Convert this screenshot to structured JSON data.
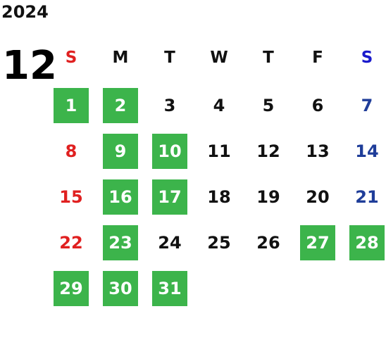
{
  "calendar": {
    "year": "2024",
    "month": "12",
    "weekdays": [
      {
        "label": "S",
        "color": "#e02020"
      },
      {
        "label": "M",
        "color": "#111111"
      },
      {
        "label": "T",
        "color": "#111111"
      },
      {
        "label": "W",
        "color": "#111111"
      },
      {
        "label": "T",
        "color": "#111111"
      },
      {
        "label": "F",
        "color": "#111111"
      },
      {
        "label": "S",
        "color": "#1a1acc"
      }
    ],
    "colors": {
      "sunday": "#e02020",
      "saturday": "#1f3d99",
      "weekday": "#111111",
      "holiday_bg": "#3cb44b",
      "holiday_text": "#ffffff"
    },
    "days": [
      {
        "day": "1",
        "weekday": 0,
        "holiday": true
      },
      {
        "day": "2",
        "weekday": 1,
        "holiday": true
      },
      {
        "day": "3",
        "weekday": 2,
        "holiday": false
      },
      {
        "day": "4",
        "weekday": 3,
        "holiday": false
      },
      {
        "day": "5",
        "weekday": 4,
        "holiday": false
      },
      {
        "day": "6",
        "weekday": 5,
        "holiday": false
      },
      {
        "day": "7",
        "weekday": 6,
        "holiday": false
      },
      {
        "day": "8",
        "weekday": 0,
        "holiday": false
      },
      {
        "day": "9",
        "weekday": 1,
        "holiday": true
      },
      {
        "day": "10",
        "weekday": 2,
        "holiday": true
      },
      {
        "day": "11",
        "weekday": 3,
        "holiday": false
      },
      {
        "day": "12",
        "weekday": 4,
        "holiday": false
      },
      {
        "day": "13",
        "weekday": 5,
        "holiday": false
      },
      {
        "day": "14",
        "weekday": 6,
        "holiday": false
      },
      {
        "day": "15",
        "weekday": 0,
        "holiday": false
      },
      {
        "day": "16",
        "weekday": 1,
        "holiday": true
      },
      {
        "day": "17",
        "weekday": 2,
        "holiday": true
      },
      {
        "day": "18",
        "weekday": 3,
        "holiday": false
      },
      {
        "day": "19",
        "weekday": 4,
        "holiday": false
      },
      {
        "day": "20",
        "weekday": 5,
        "holiday": false
      },
      {
        "day": "21",
        "weekday": 6,
        "holiday": false
      },
      {
        "day": "22",
        "weekday": 0,
        "holiday": false
      },
      {
        "day": "23",
        "weekday": 1,
        "holiday": true
      },
      {
        "day": "24",
        "weekday": 2,
        "holiday": false
      },
      {
        "day": "25",
        "weekday": 3,
        "holiday": false
      },
      {
        "day": "26",
        "weekday": 4,
        "holiday": false
      },
      {
        "day": "27",
        "weekday": 5,
        "holiday": true
      },
      {
        "day": "28",
        "weekday": 6,
        "holiday": true
      },
      {
        "day": "29",
        "weekday": 0,
        "holiday": true
      },
      {
        "day": "30",
        "weekday": 1,
        "holiday": true
      },
      {
        "day": "31",
        "weekday": 2,
        "holiday": true
      }
    ]
  }
}
